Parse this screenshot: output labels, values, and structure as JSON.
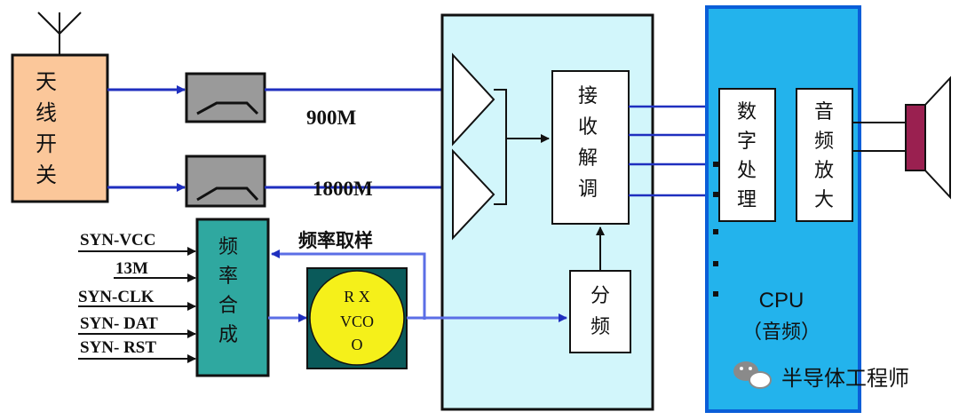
{
  "antenna_switch": {
    "chars": [
      "天",
      "线",
      "开",
      "关"
    ]
  },
  "bands": {
    "band_900": "900M",
    "band_1800": "1800M"
  },
  "demodulator": {
    "chars": [
      "接",
      "收",
      "解",
      "调"
    ]
  },
  "divider": {
    "chars": [
      "分",
      "频"
    ]
  },
  "synthesizer": {
    "chars": [
      "频",
      "率",
      "合",
      "成"
    ]
  },
  "freq_sampling_label": "频率取样",
  "vco": {
    "line1": "R X",
    "line2": "VCO",
    "line3": "O"
  },
  "syn_inputs": [
    "SYN-VCC",
    "13M",
    "SYN-CLK",
    "SYN- DAT",
    "SYN- RST"
  ],
  "cpu": {
    "label": "CPU",
    "sublabel": "（音频）",
    "dsp_chars": [
      "数",
      "字",
      "处",
      "理"
    ],
    "amp_chars": [
      "音",
      "频",
      "放",
      "大"
    ]
  },
  "watermark": {
    "text": "半导体工程师"
  },
  "colors": {
    "line_blue": "#1f2fbf",
    "switch_fill": "#fbc79a",
    "filter_fill": "#9a9a9a",
    "rx_panel": "#d2f6fb",
    "synth_fill": "#2fa8a0",
    "vco_fill": "#f5f01a",
    "vco_box": "#0a5a5a",
    "cpu_panel": "#23b3ec",
    "cpu_border": "#0a5ed8",
    "speaker_fill": "#9a2050"
  }
}
